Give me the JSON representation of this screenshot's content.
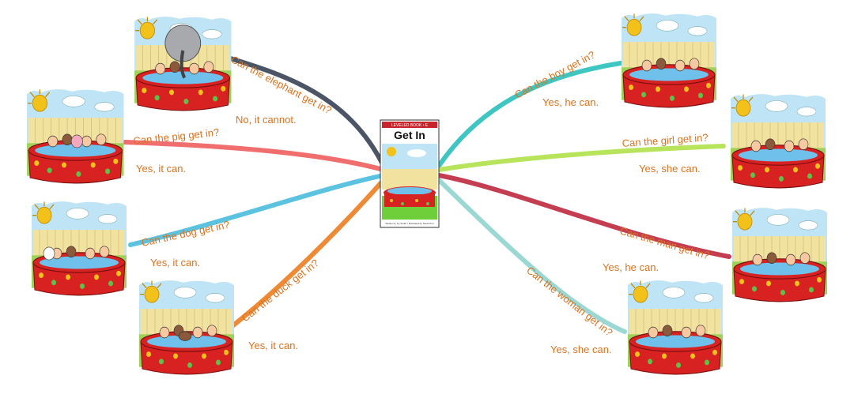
{
  "colors": {
    "label": "#d9731f",
    "pool_red": "#d82222",
    "pool_water": "#6fc0ea",
    "sky": "#bfe4f5",
    "fence": "#f2e2a0",
    "sun": "#f2c21a"
  },
  "center_book": {
    "band_text": "LEVELED BOOK • E",
    "title": "Get In",
    "footer_text": "Written by Ivy Smith • Illustrated by Sarah Kim"
  },
  "branches": [
    {
      "question": "Can the elephant get in?",
      "answer": "No, it cannot.",
      "color": "#4c5566",
      "animal": "elephant"
    },
    {
      "question": "Can the pig get in?",
      "answer": "Yes, it can.",
      "color": "#f06e6e",
      "animal": "pig"
    },
    {
      "question": "Can the dog get in?",
      "answer": "Yes, it can.",
      "color": "#5bc3e0",
      "animal": "dog"
    },
    {
      "question": "Can the duck get in?",
      "answer": "Yes, it can.",
      "color": "#ee8a35",
      "animal": "duck"
    },
    {
      "question": "Can the boy get in?",
      "answer": "Yes, he can.",
      "color": "#3fc6c2",
      "animal": "boy"
    },
    {
      "question": "Can the girl get in?",
      "answer": "Yes, she can.",
      "color": "#b7e45a",
      "animal": "girl"
    },
    {
      "question": "Can the man get in?",
      "answer": "Yes, he can.",
      "color": "#c53d50",
      "animal": "man"
    },
    {
      "question": "Can the woman get in?",
      "answer": "Yes, she can.",
      "color": "#9bd8d4",
      "animal": "woman"
    }
  ]
}
